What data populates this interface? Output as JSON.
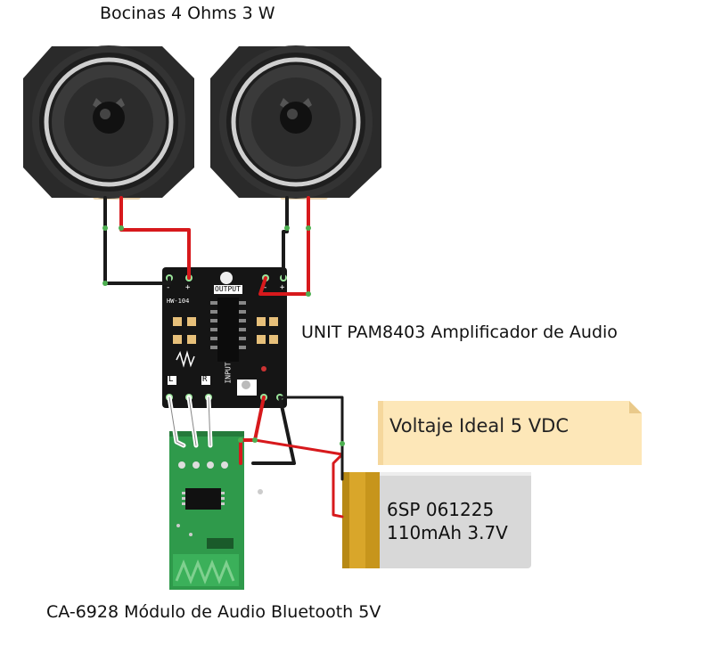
{
  "labels": {
    "speakers": "Bocinas 4 Ohms 3 W",
    "amplifier": "UNIT PAM8403 Amplificador de Audio",
    "bluetooth": "CA-6928 Módulo de Audio Bluetooth 5V",
    "note": "Voltaje Ideal 5 VDC"
  },
  "battery": {
    "line1": "6SP 061225",
    "line2": "110mAh 3.7V"
  },
  "board": {
    "output": "OUTPUT",
    "input": "INPUT",
    "model": "HW-104",
    "minus_left": "-",
    "plus_left": "+",
    "minus_right": "-",
    "plus_right": "+",
    "ch_left": "L",
    "ch_right": "R"
  },
  "colors": {
    "wire_red": "#d7191c",
    "wire_black": "#1a1a1a",
    "board_black": "#151515",
    "bt_green": "#2f9a4b",
    "note_fill": "#fde7b8",
    "battery_gold": "#d9a62a",
    "battery_body": "#d8d8d8"
  }
}
